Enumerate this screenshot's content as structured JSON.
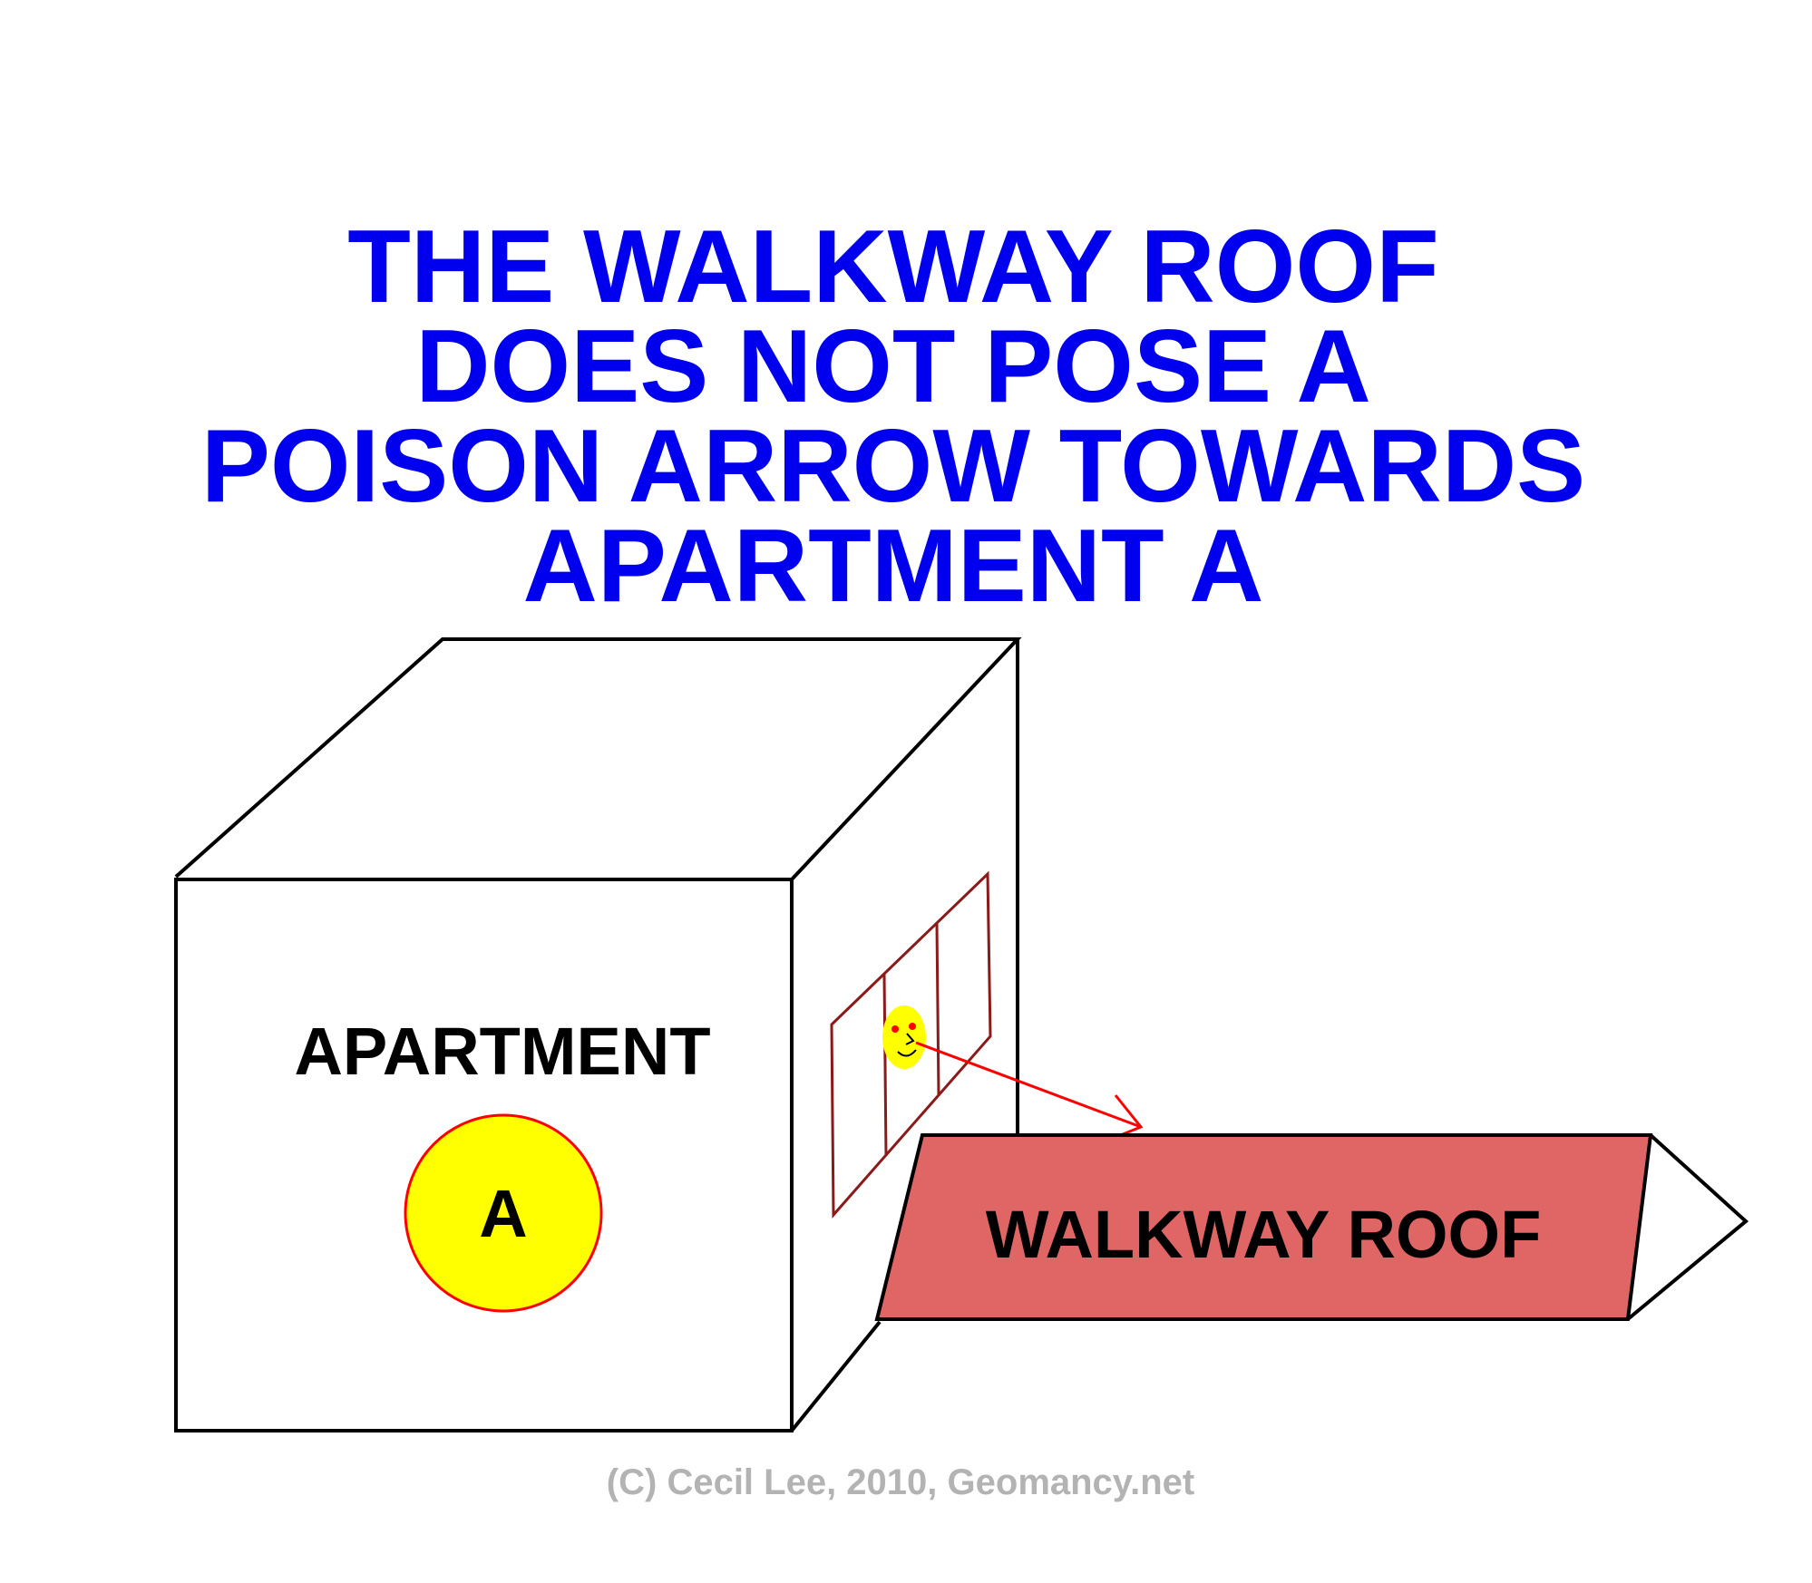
{
  "title": {
    "lines": [
      "THE WALKWAY ROOF",
      "DOES NOT POSE A",
      "POISON ARROW TOWARDS",
      "APARTMENT A"
    ]
  },
  "apartment": {
    "label": "APARTMENT",
    "marker": "A"
  },
  "walkway": {
    "label": "WALKWAY ROOF"
  },
  "copyright": "(C) Cecil Lee, 2010, Geomancy.net",
  "colors": {
    "title": "#0000ee",
    "outline": "#000000",
    "walkway_fill": "#e06666",
    "marker_fill": "#ffff00",
    "marker_stroke": "#ff0000",
    "window_frame": "#8b1a1a",
    "arrow": "#ff0000",
    "face_fill": "#ffff00",
    "copyright": "#b3b3b3"
  },
  "icons": {
    "person": "smiley-face-icon",
    "sight_line": "arrow-icon"
  }
}
